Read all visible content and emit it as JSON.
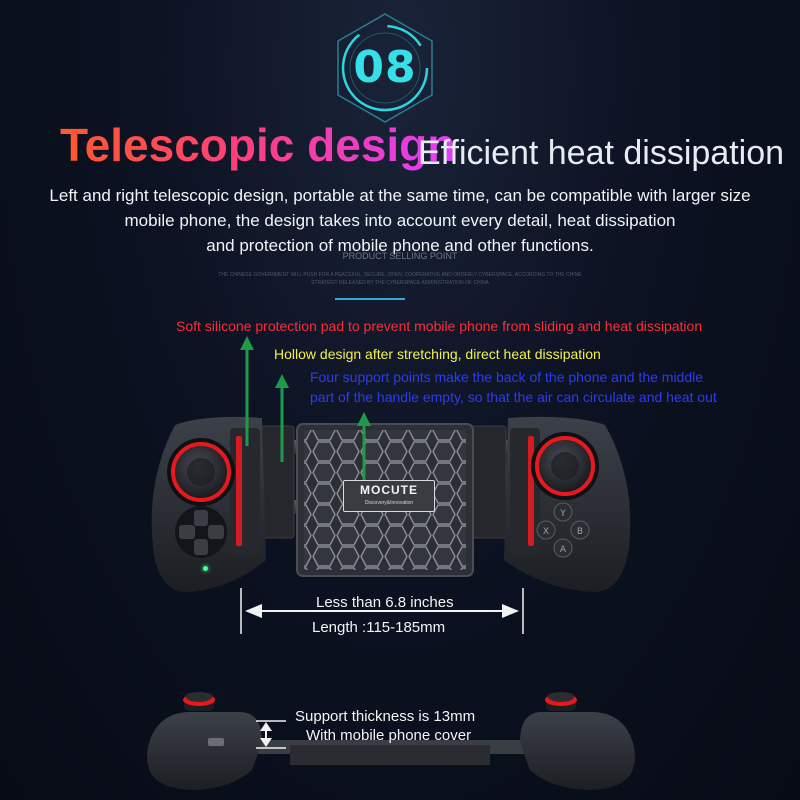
{
  "badge": {
    "number": "08",
    "color": "#35e0e8"
  },
  "title": {
    "left": "Telescopic design",
    "right": "Efficient heat dissipation"
  },
  "description": [
    "Left and right telescopic design, portable at the same time, can be compatible with larger size",
    "mobile phone, the design takes into account every detail, heat dissipation",
    "and protection of mobile phone and other functions."
  ],
  "fine_print": {
    "heading": "PRODUCT SELLING POINT",
    "lines": [
      "THE CHINESE GOVERNMENT WILL PUSH FOR A PEACEFUL, SECURE, OPEN, COOPERATIVE AND ORDERLY CYBERSPACE, ACCORDING TO THE CHINE",
      "STRATEGY RELEASED BY THE CYBERSPACE ADMINISTRATION OF CHINA"
    ]
  },
  "annotations": [
    {
      "text": "Soft silicone protection pad to prevent mobile phone from sliding and heat dissipation",
      "color": "#ff2a3a"
    },
    {
      "text": "Hollow design after stretching, direct heat dissipation",
      "color": "#f4f04a"
    },
    {
      "text": "Four support points make the back of the phone and the middle",
      "color": "#2a3cf0"
    },
    {
      "text": "part of the handle empty, so that the air can circulate and heat out",
      "color": "#2a3cf0"
    }
  ],
  "arrow_color": "#1e9a4a",
  "device": {
    "brand": "MOCUTE",
    "tagline": "Discovery&Innovation",
    "face_buttons": [
      "Y",
      "X",
      "B",
      "A"
    ],
    "accent_color": "#e8191e"
  },
  "dimension": {
    "size": "Less than 6.8 inches",
    "length": "Length :115-185mm"
  },
  "thickness": {
    "line1": "Support thickness is 13mm",
    "line2": "With mobile phone cover"
  }
}
